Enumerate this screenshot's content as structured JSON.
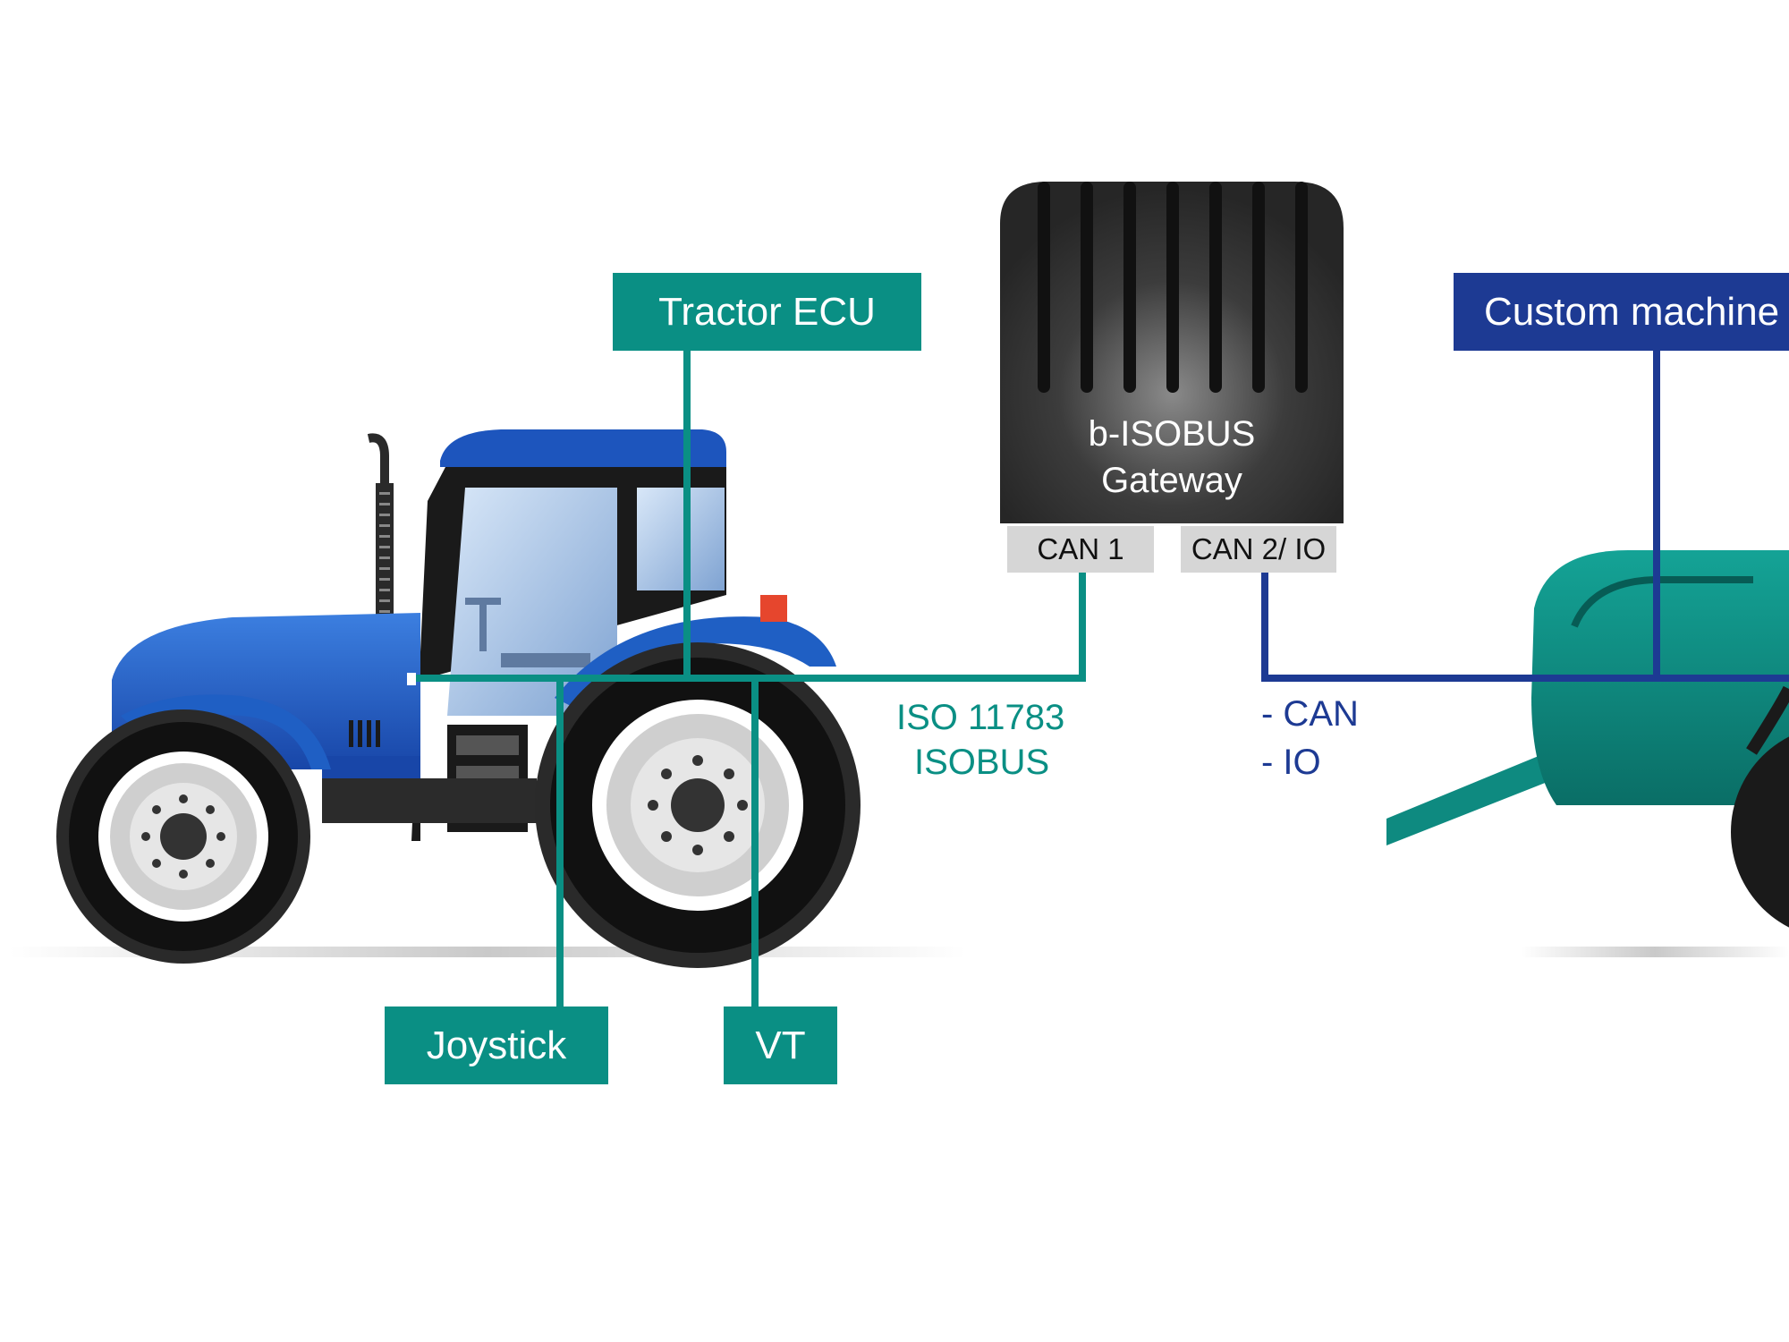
{
  "colors": {
    "isobus_teal": "#0a8f84",
    "custom_blue": "#1d3a93",
    "gateway_dark": "#2e2e2e",
    "tractor_blue": "#1f5fc4",
    "machine_teal": "#0e8a80",
    "port_grey": "#d6d6d6"
  },
  "gateway": {
    "line1": "b-ISOBUS",
    "line2": "Gateway",
    "port1": "CAN 1",
    "port2": "CAN 2/ IO"
  },
  "labels": {
    "tractor_ecu": "Tractor ECU",
    "joystick": "Joystick",
    "vt": "VT",
    "custom_machine": "Custom machine"
  },
  "isobus_bus": {
    "line1": "ISO 11783",
    "line2": "ISOBUS"
  },
  "custom_bus": {
    "line1": "- CAN",
    "line2": "- IO"
  },
  "illustrations": {
    "vehicle_left": "tractor",
    "vehicle_right": "implement-machine"
  }
}
